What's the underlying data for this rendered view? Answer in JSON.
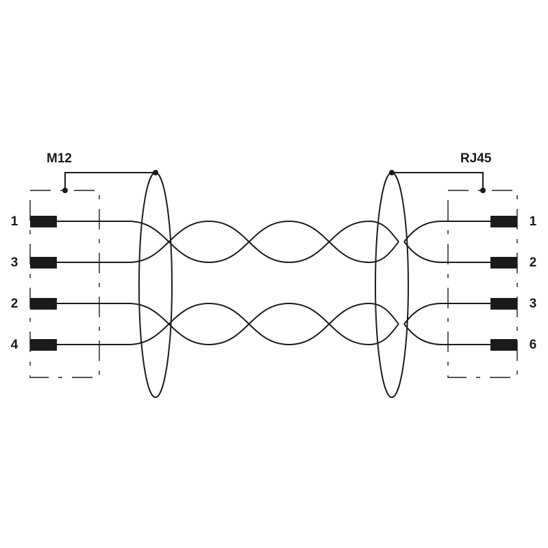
{
  "left_connector": {
    "title": "M12",
    "pins": [
      "1",
      "3",
      "2",
      "4"
    ]
  },
  "right_connector": {
    "title": "RJ45",
    "pins": [
      "1",
      "2",
      "3",
      "6"
    ]
  },
  "colors": {
    "line": "#1a1a1a",
    "background": "#ffffff"
  }
}
